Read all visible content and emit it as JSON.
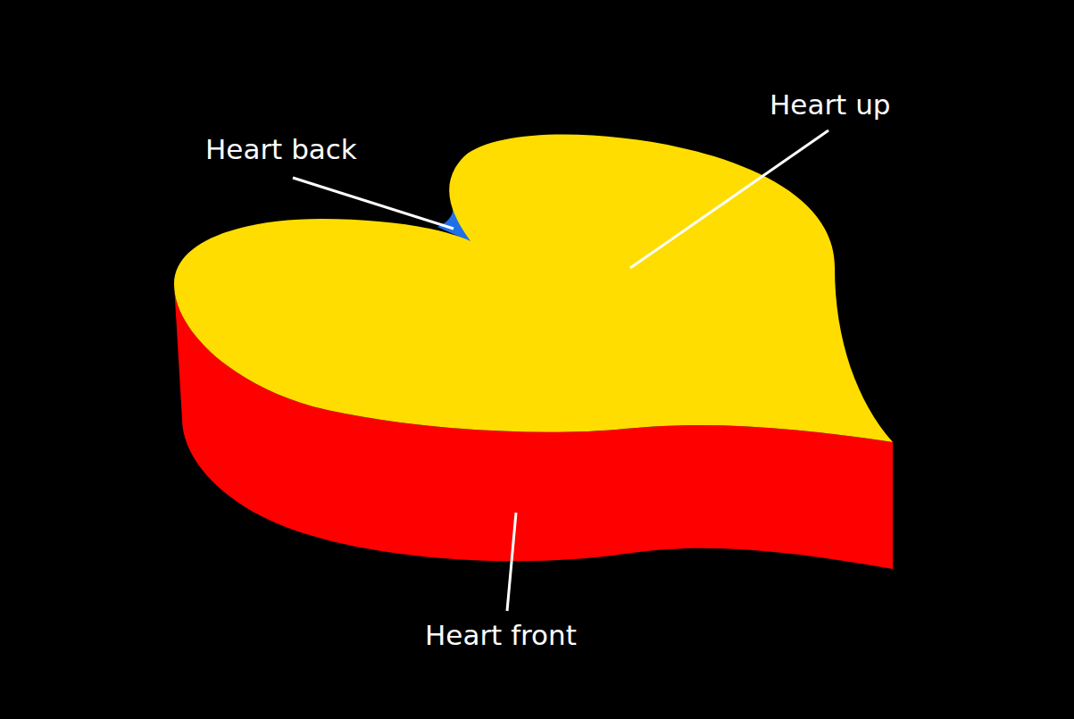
{
  "diagram": {
    "labels": [
      "Heart back",
      "Heart up",
      "Heart front"
    ]
  }
}
